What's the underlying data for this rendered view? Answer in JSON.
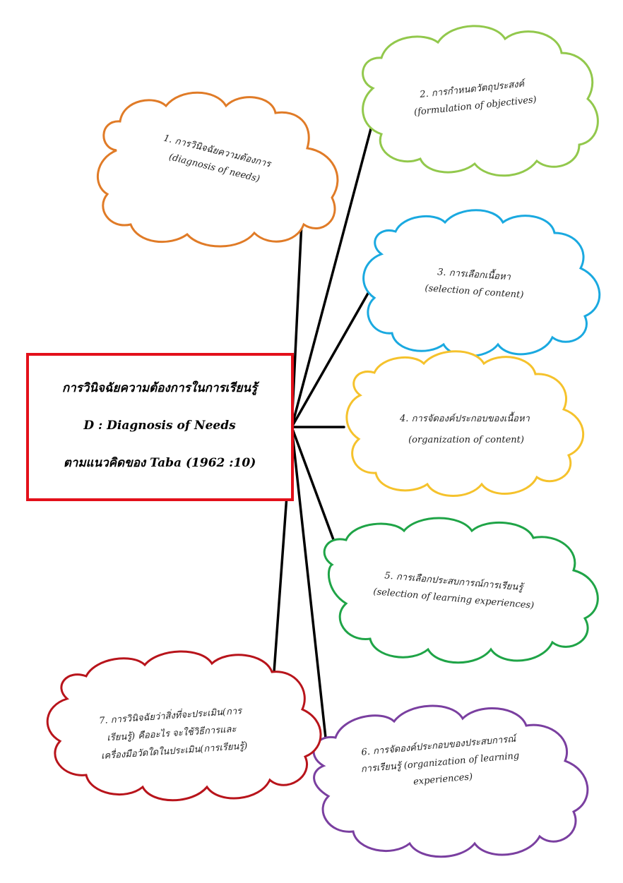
{
  "center_box": {
    "border_color": "#e3101a",
    "line1": "การวินิจฉัยความต้องการในการเรียนรู้",
    "line2": "D : Diagnosis of Needs",
    "line3": "ตามแนวคิดของ Taba (1962 :10)"
  },
  "clouds": [
    {
      "id": "diagnosis-of-needs",
      "color": "#e07b27",
      "line1": "1. การวินิจฉัยความต้องการ",
      "line2": "(diagnosis of needs)",
      "line3": ""
    },
    {
      "id": "formulation-of-objectives",
      "color": "#92c84c",
      "line1": "2. การกำหนดวัตถุประสงค์",
      "line2": "(formulation of objectives)",
      "line3": ""
    },
    {
      "id": "selection-of-content",
      "color": "#1aa9e0",
      "line1": "3. การเลือกเนื้อหา",
      "line2": "(selection of content)",
      "line3": ""
    },
    {
      "id": "organization-of-content",
      "color": "#f5c22c",
      "line1": "4. การจัดองค์ประกอบของเนื้อหา",
      "line2": "(organization of content)",
      "line3": ""
    },
    {
      "id": "selection-of-learning-experiences",
      "color": "#1fa447",
      "line1": "5. การเลือกประสบการณ์การเรียนรู้",
      "line2": "(selection of learning experiences)",
      "line3": ""
    },
    {
      "id": "organization-of-learning-experiences",
      "color": "#7a3fa0",
      "line1": "6. การจัดองค์ประกอบของประสบการณ์",
      "line2": "การเรียนรู้ (organization of learning",
      "line3": "experiences)"
    },
    {
      "id": "evaluation",
      "color": "#b8141b",
      "line1": "7. การวินิจฉัยว่าสิ่งที่จะประเมิน(การ",
      "line2": "เรียนรู้) คืออะไร จะใช้วิธีการและ",
      "line3": "เครื่องมือวัดใดในประเมิน(การเรียนรู้)"
    }
  ]
}
